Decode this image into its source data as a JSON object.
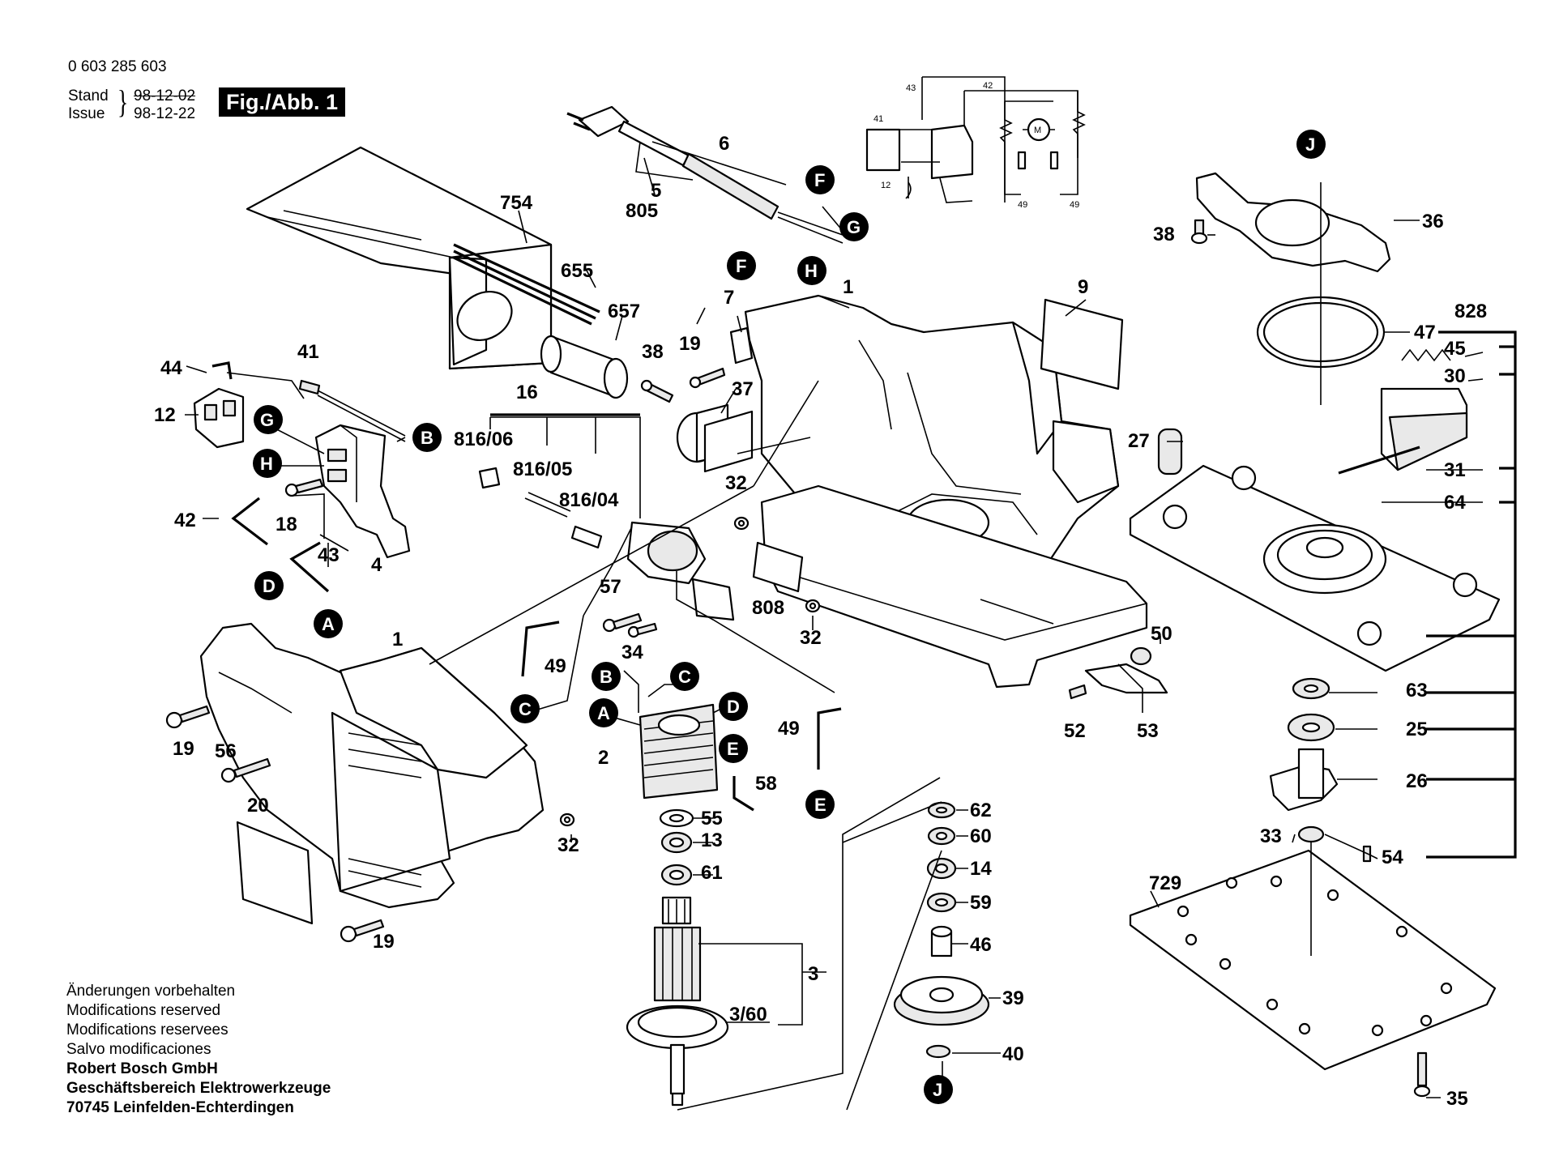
{
  "header": {
    "part_number": "0 603 285 603",
    "stand_label": "Stand",
    "issue_label": "Issue",
    "stand_date": "98-12-02",
    "issue_date": "98-12-22",
    "figure_label": "Fig./Abb. 1"
  },
  "footer": {
    "lines": [
      "Änderungen vorbehalten",
      "Modifications reserved",
      "Modifications reservees",
      "Salvo modificaciones"
    ],
    "company": [
      "Robert Bosch GmbH",
      "Geschäftsbereich Elektrowerkzeuge",
      "70745 Leinfelden-Echterdingen"
    ]
  },
  "callouts": [
    "1",
    "2",
    "3",
    "3/60",
    "4",
    "5",
    "6",
    "7",
    "9",
    "12",
    "13",
    "14",
    "16",
    "18",
    "19",
    "20",
    "25",
    "26",
    "27",
    "30",
    "31",
    "32",
    "33",
    "34",
    "35",
    "36",
    "37",
    "38",
    "39",
    "40",
    "41",
    "42",
    "43",
    "44",
    "45",
    "46",
    "47",
    "49",
    "50",
    "52",
    "53",
    "54",
    "55",
    "56",
    "57",
    "58",
    "59",
    "60",
    "61",
    "62",
    "63",
    "64",
    "655",
    "657",
    "729",
    "754",
    "805",
    "808",
    "816/04",
    "816/05",
    "816/06",
    "828"
  ],
  "connectors": [
    "A",
    "B",
    "C",
    "D",
    "E",
    "F",
    "G",
    "H",
    "J"
  ],
  "wiring_labels": [
    "43",
    "42",
    "41",
    "12",
    "49",
    "M"
  ]
}
